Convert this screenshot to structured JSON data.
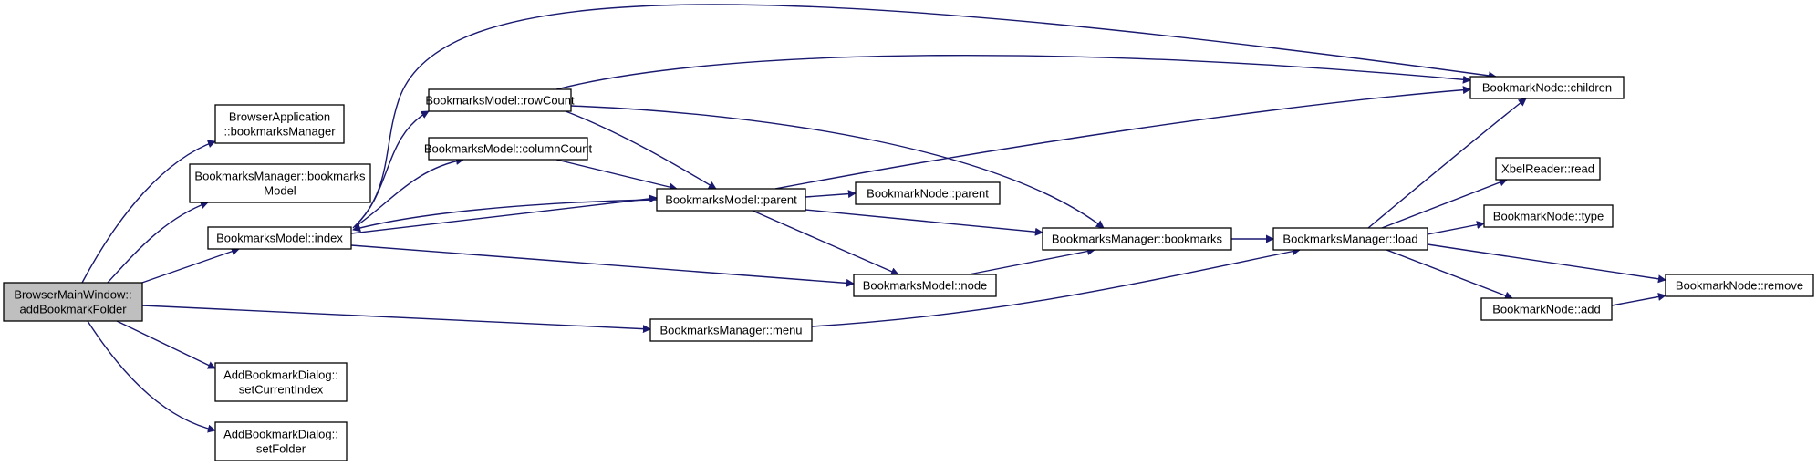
{
  "colors": {
    "edge": "#191970",
    "node_border": "#000000",
    "node_fill": "#ffffff",
    "root_fill": "#bfbfbf",
    "background": "#ffffff"
  },
  "nodes": [
    {
      "id": "browsermainwindow-addbookmarkfolder",
      "lines": [
        "BrowserMainWindow::",
        "addBookmarkFolder"
      ],
      "root": true
    },
    {
      "id": "browserapplication-bookmarksmanager",
      "lines": [
        "BrowserApplication",
        "::bookmarksManager"
      ]
    },
    {
      "id": "bookmarksmanager-bookmarksmodel",
      "lines": [
        "BookmarksManager::bookmarks",
        "Model"
      ]
    },
    {
      "id": "bookmarksmodel-index",
      "lines": [
        "BookmarksModel::index"
      ]
    },
    {
      "id": "addbookmarkdialog-setcurrentindex",
      "lines": [
        "AddBookmarkDialog::",
        "setCurrentIndex"
      ]
    },
    {
      "id": "addbookmarkdialog-setfolder",
      "lines": [
        "AddBookmarkDialog::",
        "setFolder"
      ]
    },
    {
      "id": "bookmarksmodel-rowcount",
      "lines": [
        "BookmarksModel::rowCount"
      ]
    },
    {
      "id": "bookmarksmodel-columncount",
      "lines": [
        "BookmarksModel::columnCount"
      ]
    },
    {
      "id": "bookmarksmodel-parent",
      "lines": [
        "BookmarksModel::parent"
      ]
    },
    {
      "id": "bookmarksmanager-menu",
      "lines": [
        "BookmarksManager::menu"
      ]
    },
    {
      "id": "bookmarknode-parent",
      "lines": [
        "BookmarkNode::parent"
      ]
    },
    {
      "id": "bookmarksmodel-node",
      "lines": [
        "BookmarksModel::node"
      ]
    },
    {
      "id": "bookmarksmanager-bookmarks",
      "lines": [
        "BookmarksManager::bookmarks"
      ]
    },
    {
      "id": "bookmarksmanager-load",
      "lines": [
        "BookmarksManager::load"
      ]
    },
    {
      "id": "bookmarknode-children",
      "lines": [
        "BookmarkNode::children"
      ]
    },
    {
      "id": "xbelreader-read",
      "lines": [
        "XbelReader::read"
      ]
    },
    {
      "id": "bookmarknode-type",
      "lines": [
        "BookmarkNode::type"
      ]
    },
    {
      "id": "bookmarknode-add",
      "lines": [
        "BookmarkNode::add"
      ]
    },
    {
      "id": "bookmarknode-remove",
      "lines": [
        "BookmarkNode::remove"
      ]
    }
  ],
  "edges": [
    {
      "from": "browsermainwindow-addbookmarkfolder",
      "to": "browserapplication-bookmarksmanager"
    },
    {
      "from": "browsermainwindow-addbookmarkfolder",
      "to": "bookmarksmanager-bookmarksmodel"
    },
    {
      "from": "browsermainwindow-addbookmarkfolder",
      "to": "bookmarksmodel-index"
    },
    {
      "from": "browsermainwindow-addbookmarkfolder",
      "to": "bookmarksmanager-menu"
    },
    {
      "from": "browsermainwindow-addbookmarkfolder",
      "to": "addbookmarkdialog-setcurrentindex"
    },
    {
      "from": "browsermainwindow-addbookmarkfolder",
      "to": "addbookmarkdialog-setfolder"
    },
    {
      "from": "bookmarksmodel-index",
      "to": "bookmarknode-children"
    },
    {
      "from": "bookmarksmodel-index",
      "to": "bookmarksmodel-rowcount"
    },
    {
      "from": "bookmarksmodel-index",
      "to": "bookmarksmodel-columncount"
    },
    {
      "from": "bookmarksmodel-index",
      "to": "bookmarksmodel-parent"
    },
    {
      "from": "bookmarksmodel-index",
      "to": "bookmarksmodel-node"
    },
    {
      "from": "bookmarksmodel-rowcount",
      "to": "bookmarknode-children"
    },
    {
      "from": "bookmarksmodel-rowcount",
      "to": "bookmarksmodel-parent"
    },
    {
      "from": "bookmarksmodel-rowcount",
      "to": "bookmarksmanager-bookmarks"
    },
    {
      "from": "bookmarksmodel-columncount",
      "to": "bookmarksmodel-parent"
    },
    {
      "from": "bookmarksmodel-parent",
      "to": "bookmarksmodel-index"
    },
    {
      "from": "bookmarksmodel-parent",
      "to": "bookmarknode-children"
    },
    {
      "from": "bookmarksmodel-parent",
      "to": "bookmarknode-parent"
    },
    {
      "from": "bookmarksmodel-parent",
      "to": "bookmarksmanager-bookmarks"
    },
    {
      "from": "bookmarksmodel-parent",
      "to": "bookmarksmodel-node"
    },
    {
      "from": "bookmarksmodel-node",
      "to": "bookmarksmanager-bookmarks"
    },
    {
      "from": "bookmarksmanager-menu",
      "to": "bookmarksmanager-load"
    },
    {
      "from": "bookmarksmanager-bookmarks",
      "to": "bookmarksmanager-load"
    },
    {
      "from": "bookmarksmanager-load",
      "to": "bookmarknode-children"
    },
    {
      "from": "bookmarksmanager-load",
      "to": "xbelreader-read"
    },
    {
      "from": "bookmarksmanager-load",
      "to": "bookmarknode-type"
    },
    {
      "from": "bookmarksmanager-load",
      "to": "bookmarknode-add"
    },
    {
      "from": "bookmarksmanager-load",
      "to": "bookmarknode-remove"
    },
    {
      "from": "bookmarknode-add",
      "to": "bookmarknode-remove"
    }
  ]
}
